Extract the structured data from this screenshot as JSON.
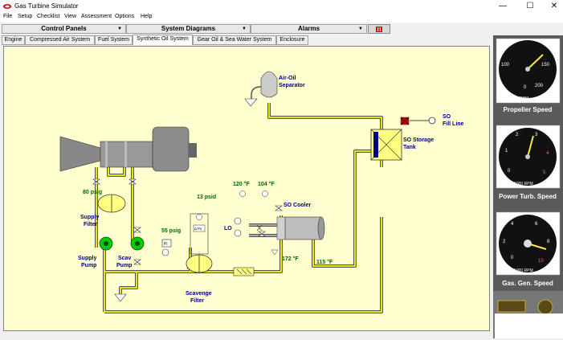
{
  "window": {
    "title": "Gas Turbine Simulator",
    "minimize": "—",
    "maximize": "☐",
    "close": "✕"
  },
  "menu": [
    "File",
    "Setup",
    "Checklist",
    "View",
    "Assessment",
    "Options",
    "Help"
  ],
  "toolbar": {
    "control_panels": "Control Panels",
    "system_diagrams": "System Diagrams",
    "alarms": "Alarms"
  },
  "tabs": [
    "Engine",
    "Compressed Air System",
    "Fuel System",
    "Synthetic Oil System",
    "Gear Oil & Sea Water System",
    "Enclosure"
  ],
  "active_tab": "Synthetic Oil System",
  "diagram": {
    "air_oil_separator_line1": "Air-Oil",
    "air_oil_separator_line2": "Separator",
    "so_fill_line1": "SO",
    "so_fill_line2": "Fill Line",
    "so_storage_line1": "SO Storage",
    "so_storage_line2": "Tank",
    "supply_filter_pressure": "80 psig",
    "supply_filter_line1": "Supply",
    "supply_filter_line2": "Filter",
    "supply_pump_line1": "Supply",
    "supply_pump_line2": "Pump",
    "scav_pump_line1": "Scav",
    "scav_pump_line2": "Pump",
    "scavenge_dp": "13 psid",
    "pump_discharge_pressure": "55 psig",
    "scavenge_filter_line1": "Scavenge",
    "scavenge_filter_line2": "Filter",
    "temp_lo_in": "120 °F",
    "temp_lo_out": "104 °F",
    "lo_label": "LO",
    "so_cooler": "SO Cooler",
    "cooler_outlet_temp": "172 °F",
    "tank_return_temp": "115 °F",
    "pi_label": "Pi",
    "dp_label": "Δ Ps"
  },
  "gauges": {
    "propeller": {
      "label": "Propeller Speed",
      "unit": "RPM",
      "ticks": [
        "0",
        "100",
        "150",
        "200"
      ],
      "value_rpm": 160
    },
    "power_turbine": {
      "label": "Power Turb. Speed",
      "unit": "1000 RPM",
      "ticks": [
        "0",
        "1",
        "2",
        "3",
        "4",
        "5"
      ],
      "value": 3.1
    },
    "gas_generator": {
      "label": "Gas. Gen. Speed",
      "unit": "1000 RPM",
      "ticks": [
        "0",
        "2",
        "4",
        "6",
        "8",
        "10"
      ],
      "value": 7.2
    }
  },
  "colors": {
    "diagram_bg": "#ffffd0",
    "pipe_yellow": "#e6e600",
    "pump_green": "#00cc00",
    "filter_yellow": "#ffff80",
    "text_green": "#006600",
    "text_blue": "#000080",
    "panel_gray": "#5a5a5a"
  }
}
